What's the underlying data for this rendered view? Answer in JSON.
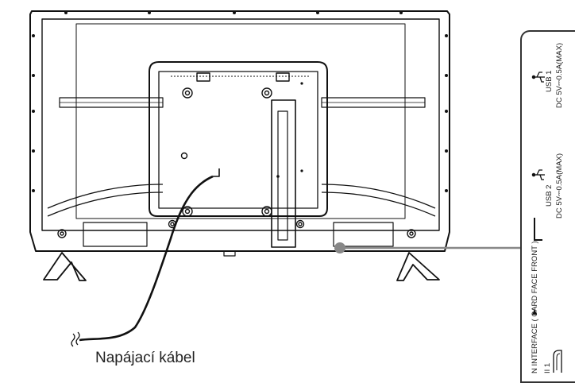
{
  "caption": "Napájací kábel",
  "ports": {
    "usb1": {
      "name": "USB 1",
      "spec": "DC 5V⎓0.5A(MAX)"
    },
    "usb2": {
      "name": "USB 2",
      "spec": "DC 5V⎓0.5A(MAX)"
    },
    "ci_interface": "N INTERFACE ( CARD FACE FRONT )",
    "ci_slot": "II 1"
  },
  "icons": [
    "usb-icon",
    "usb-icon",
    "ci-slot-arrow-icon",
    "power-plug-icon"
  ]
}
